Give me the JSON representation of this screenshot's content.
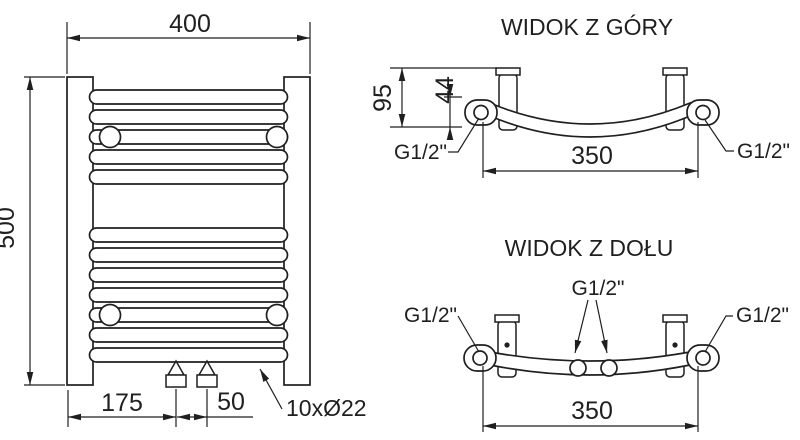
{
  "front_view": {
    "width_label": "400",
    "height_label": "500",
    "valve_offset_label": "175",
    "valve_spacing_label": "50",
    "tubes_label": "10xØ22"
  },
  "top_view": {
    "title": "WIDOK Z GÓRY",
    "depth_label": "95",
    "axis_label": "44",
    "span_label": "350",
    "left_conn_label": "G1/2\"",
    "right_conn_label": "G1/2\""
  },
  "bottom_view": {
    "title": "WIDOK Z DOŁU",
    "span_label": "350",
    "left_conn_label": "G1/2\"",
    "center_conn_label": "G1/2\"",
    "right_conn_label": "G1/2\""
  },
  "colors": {
    "line": "#1f1f1f",
    "background": "#ffffff"
  }
}
